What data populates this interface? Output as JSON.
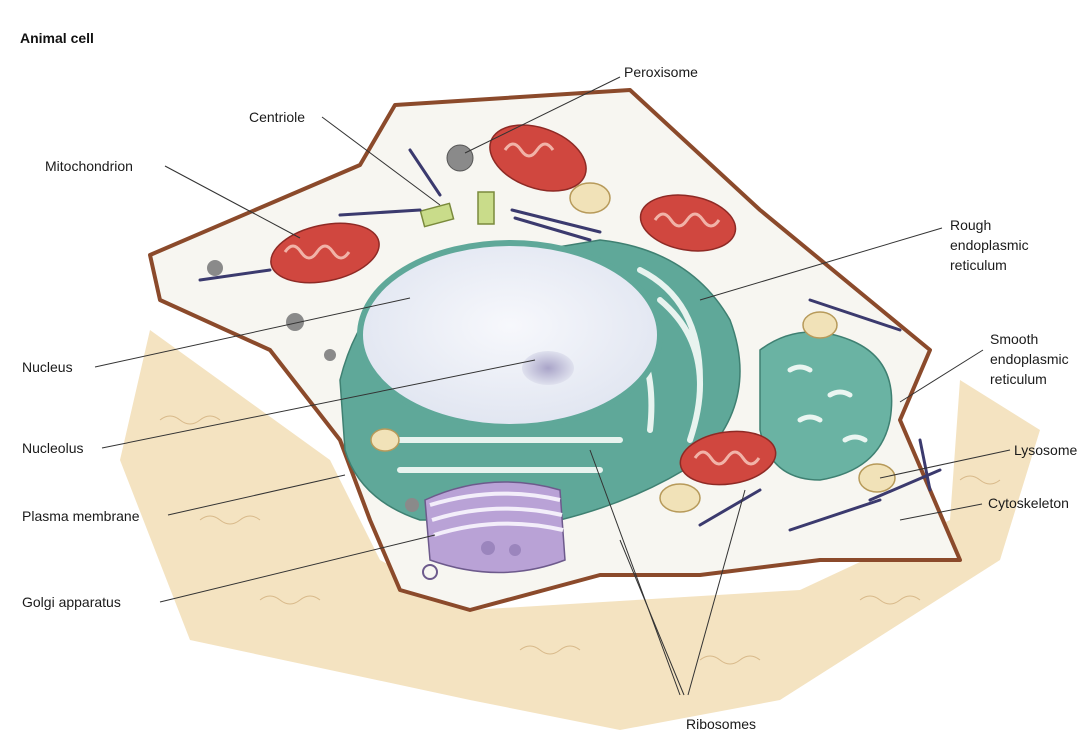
{
  "figure": {
    "title": "Animal cell",
    "labels": {
      "peroxisome": "Peroxisome",
      "centriole": "Centriole",
      "mitochondrion": "Mitochondrion",
      "rough_er_1": "Rough",
      "rough_er_2": "endoplasmic",
      "rough_er_3": "reticulum",
      "smooth_er_1": "Smooth",
      "smooth_er_2": "endoplasmic",
      "smooth_er_3": "reticulum",
      "nucleus": "Nucleus",
      "nucleolus": "Nucleolus",
      "lysosome": "Lysosome",
      "plasma_membrane": "Plasma membrane",
      "cytoskeleton": "Cytoskeleton",
      "golgi": "Golgi apparatus",
      "ribosomes": "Ribosomes"
    }
  },
  "colors": {
    "membrane": "#8b4a2b",
    "cytoplasm": "#f6f4ee",
    "extracellular": "#f3dfb8",
    "er": "#5fa899",
    "nucleus": "#eef0f8",
    "mitochondrion": "#d0473f",
    "golgi": "#b9a2d6",
    "lysosome": "#f1e2b8",
    "centriole": "#c9dc8a",
    "cytoskeleton": "#3b3a6e"
  }
}
